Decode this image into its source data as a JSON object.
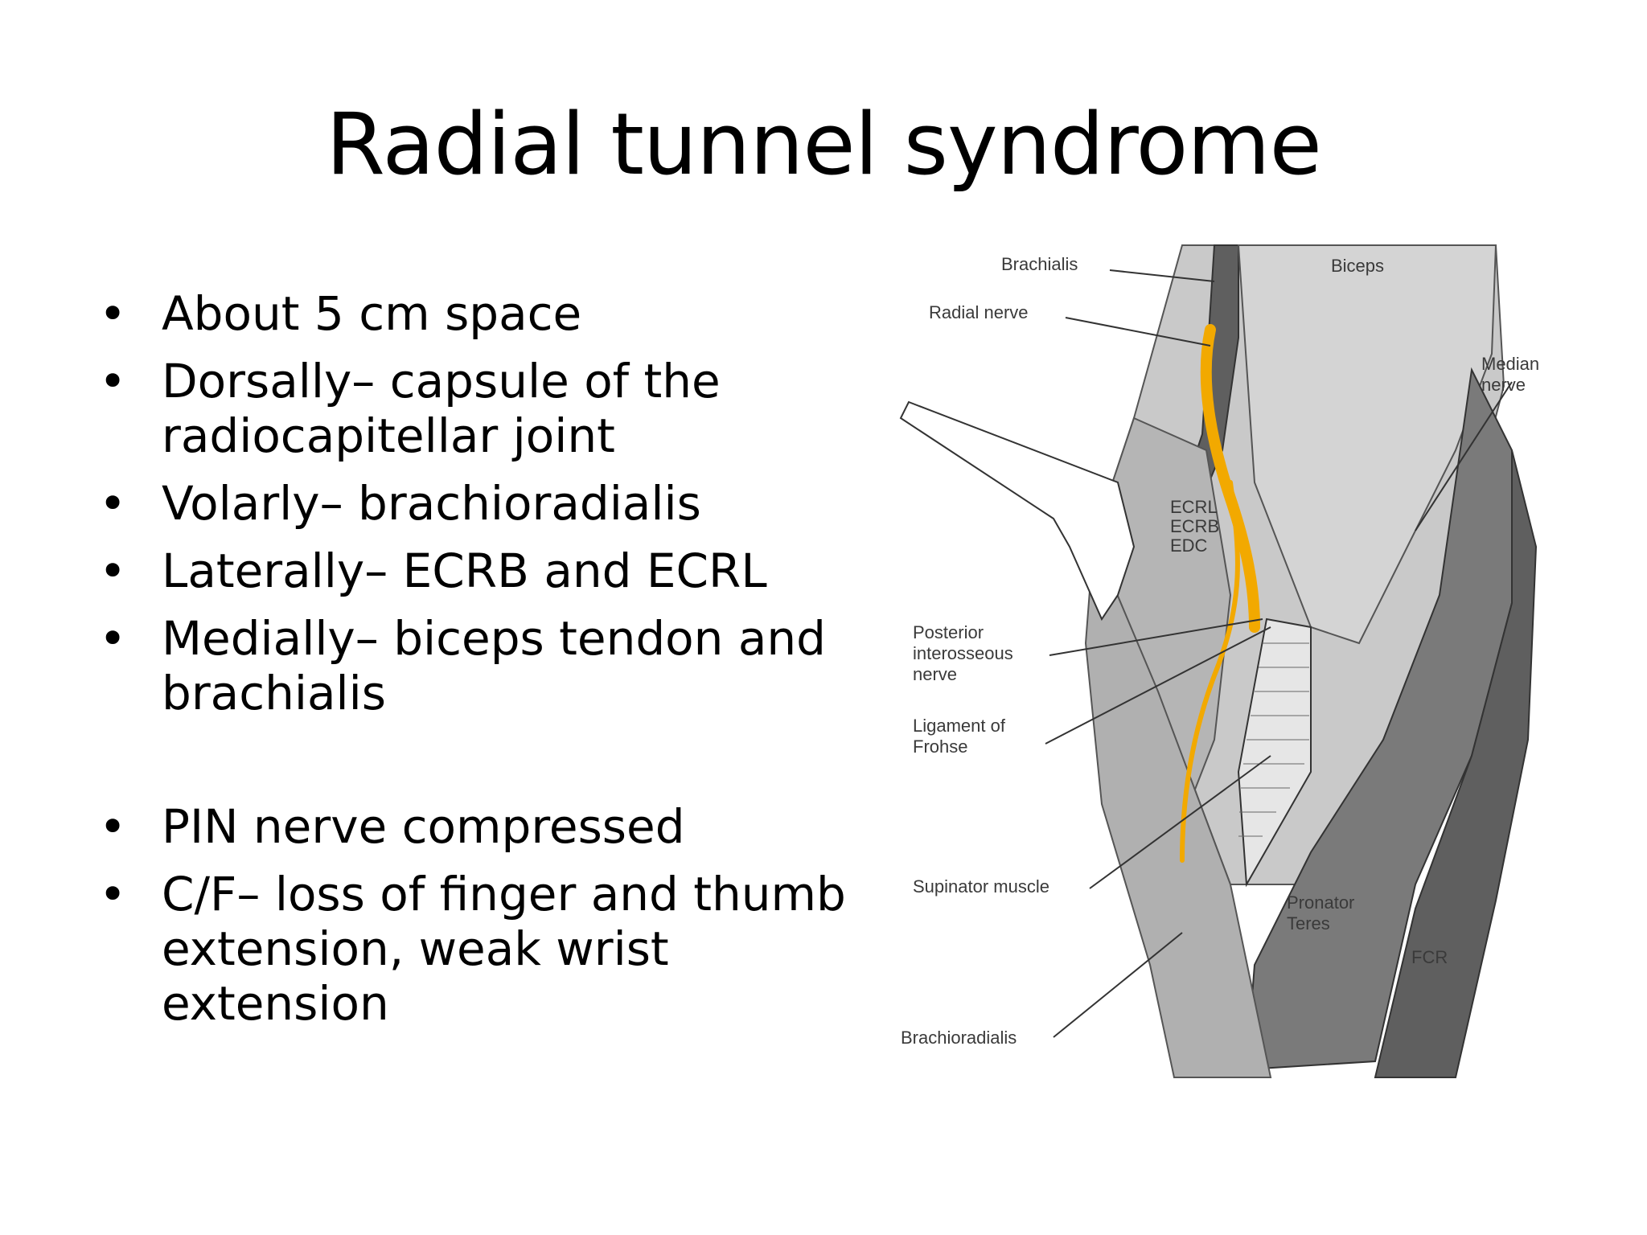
{
  "slide": {
    "title": "Radial tunnel syndrome",
    "bullets": [
      "About 5 cm space",
      "Dorsally– capsule of the radiocapitellar joint",
      "Volarly– brachioradialis",
      "Laterally– ECRB and ECRL",
      "Medially– biceps tendon and brachialis",
      "PIN nerve compressed",
      "C/F– loss of finger and thumb extension, weak wrist extension"
    ],
    "bullet_glyph": "•"
  },
  "diagram": {
    "labels": {
      "brachialis": "Brachialis",
      "biceps": "Biceps",
      "radial_nerve": "Radial nerve",
      "median_nerve_1": "Median",
      "median_nerve_2": "nerve",
      "ecrl": "ECRL",
      "ecrb": "ECRB",
      "edc": "EDC",
      "pin_1": "Posterior",
      "pin_2": "interosseous",
      "pin_3": "nerve",
      "frohse_1": "Ligament of",
      "frohse_2": "Frohse",
      "supinator": "Supinator muscle",
      "pronator_1": "Pronator",
      "pronator_2": "Teres",
      "fcr": "FCR",
      "brachioradialis": "Brachioradialis"
    },
    "colors": {
      "nerve": "#f2a900",
      "muscle_light": "#c9c9c9",
      "muscle_mid": "#9a9a9a",
      "muscle_dark": "#5f5f5f",
      "muscle_darkest": "#333333"
    }
  }
}
